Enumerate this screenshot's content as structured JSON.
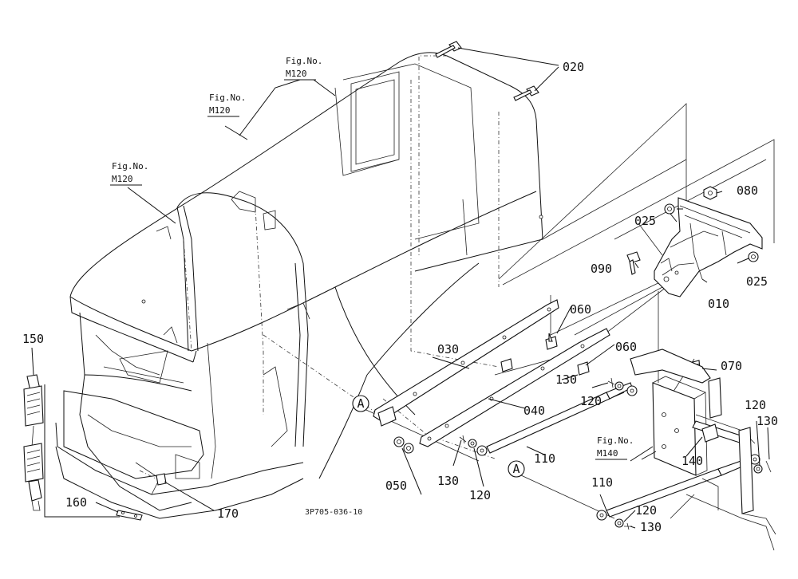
{
  "diagram": {
    "drawing_code": "3P705-036-10",
    "callouts": {
      "c010": "010",
      "c020": "020",
      "c025a": "025",
      "c025b": "025",
      "c030": "030",
      "c040": "040",
      "c050": "050",
      "c060a": "060",
      "c060b": "060",
      "c070": "070",
      "c080": "080",
      "c090": "090",
      "c110a": "110",
      "c110b": "110",
      "c120a": "120",
      "c120b": "120",
      "c120c": "120",
      "c120d": "120",
      "c130a": "130",
      "c130b": "130",
      "c130c": "130",
      "c130d": "130",
      "c140": "140",
      "c150": "150",
      "c160": "160",
      "c170": "170"
    },
    "fig_refs": {
      "fig_label": "Fig.No.",
      "m120a": "M120",
      "m120b": "M120",
      "m120c": "M120",
      "m140": "M140"
    },
    "markers": {
      "a1": "A",
      "a2": "A"
    }
  }
}
